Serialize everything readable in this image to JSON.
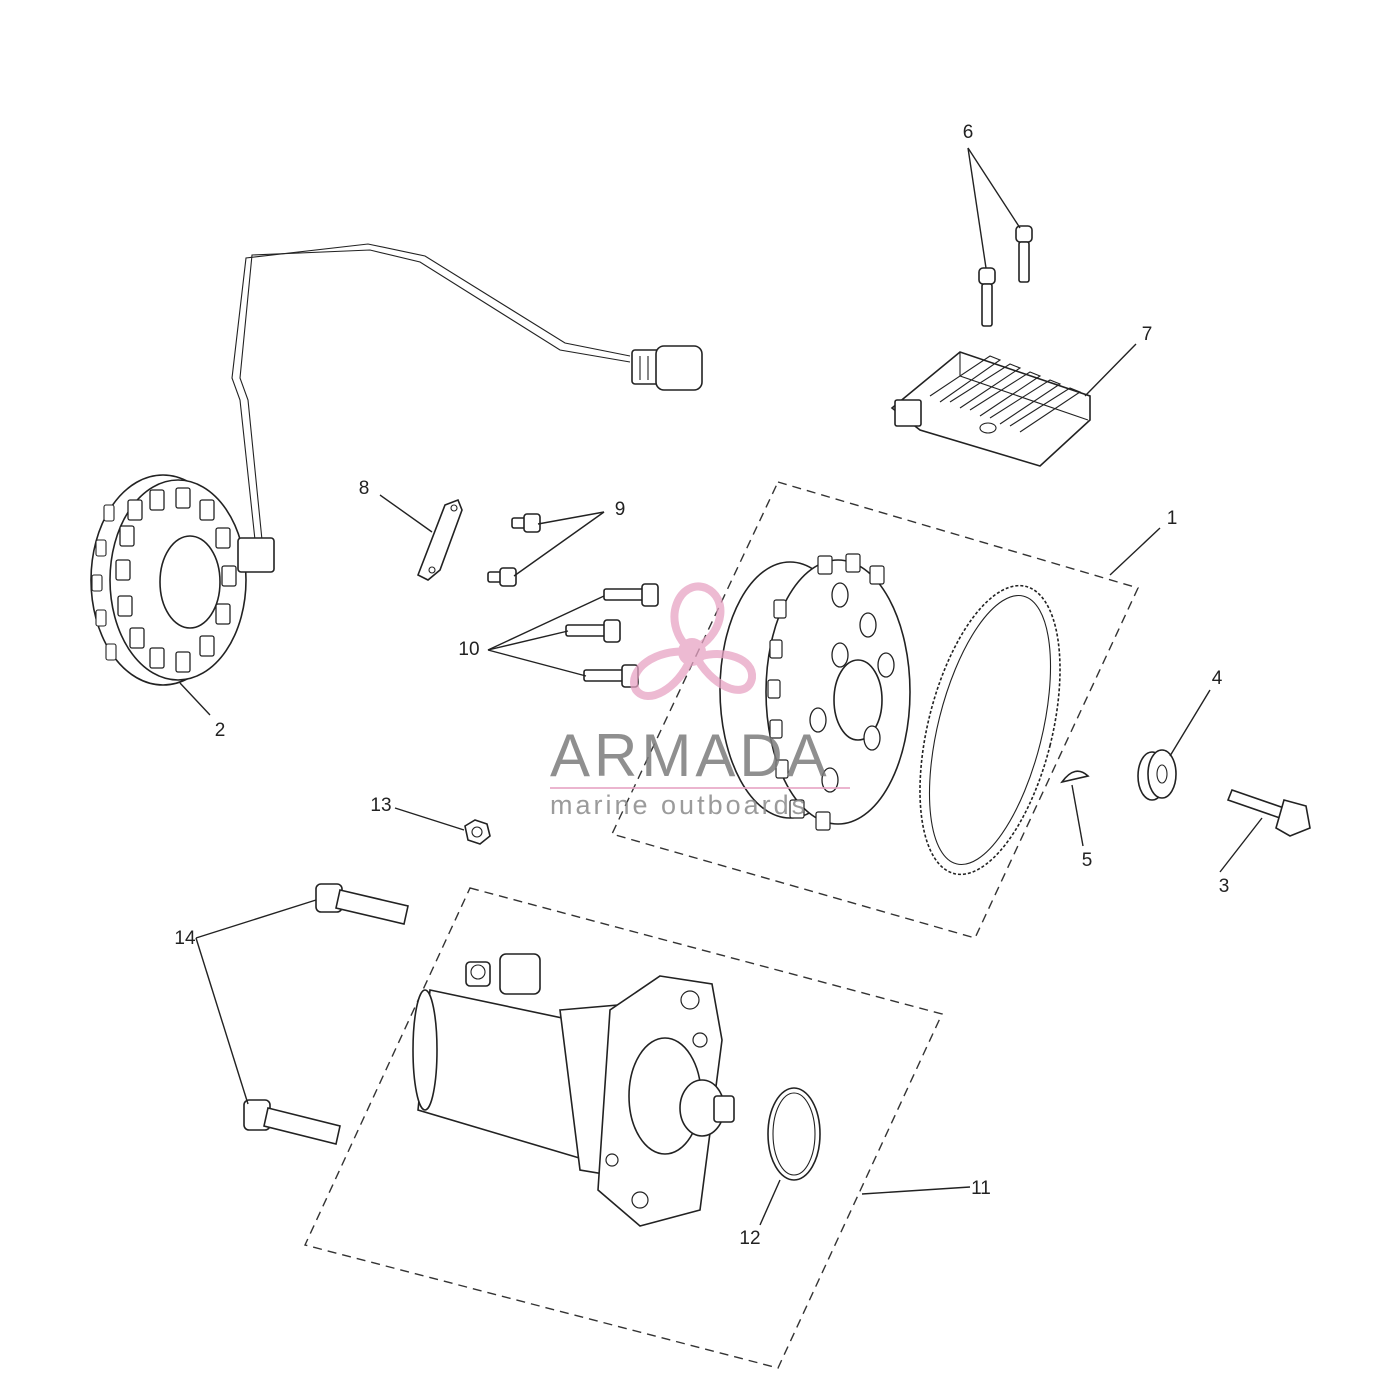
{
  "diagram": {
    "callouts": [
      {
        "id": "c1",
        "label": "1"
      },
      {
        "id": "c2",
        "label": "2"
      },
      {
        "id": "c3",
        "label": "3"
      },
      {
        "id": "c4",
        "label": "4"
      },
      {
        "id": "c5",
        "label": "5"
      },
      {
        "id": "c6",
        "label": "6"
      },
      {
        "id": "c7",
        "label": "7"
      },
      {
        "id": "c8",
        "label": "8"
      },
      {
        "id": "c9",
        "label": "9"
      },
      {
        "id": "c10",
        "label": "10"
      },
      {
        "id": "c11",
        "label": "11"
      },
      {
        "id": "c12",
        "label": "12"
      },
      {
        "id": "c13",
        "label": "13"
      },
      {
        "id": "c14",
        "label": "14"
      }
    ]
  },
  "watermark": {
    "brand": "ARMADA",
    "tagline": "marine outboards",
    "logo_color": "#e7a3c4",
    "underline_color": "#e7a3c4"
  }
}
